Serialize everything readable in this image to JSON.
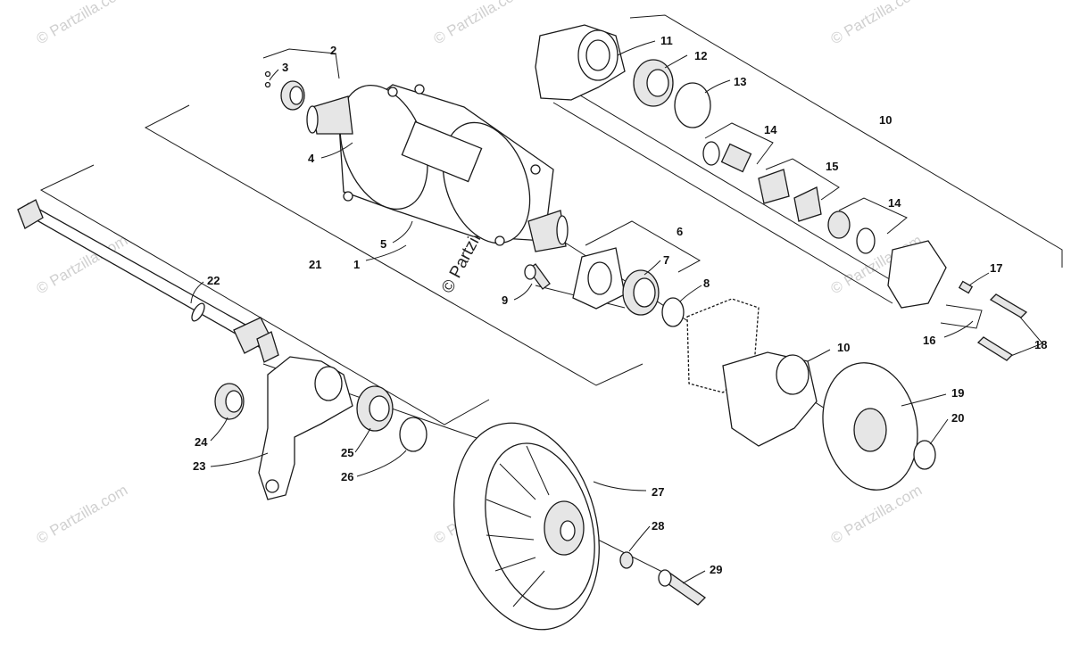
{
  "watermark": {
    "text": "© Partzilla.com"
  },
  "callouts": {
    "c1": "1",
    "c2": "2",
    "c3": "3",
    "c4": "4",
    "c5": "5",
    "c6": "6",
    "c7": "7",
    "c8": "8",
    "c9": "9",
    "c10a": "10",
    "c10b": "10",
    "c11": "11",
    "c12": "12",
    "c13": "13",
    "c14a": "14",
    "c14b": "14",
    "c15": "15",
    "c16": "16",
    "c17": "17",
    "c18": "18",
    "c19": "19",
    "c20": "20",
    "c21": "21",
    "c22": "22",
    "c23": "23",
    "c24": "24",
    "c25": "25",
    "c26": "26",
    "c27": "27",
    "c28": "28",
    "c29": "29"
  },
  "colors": {
    "line": "#1a1a1a",
    "watermark": "#d0d0d0"
  }
}
